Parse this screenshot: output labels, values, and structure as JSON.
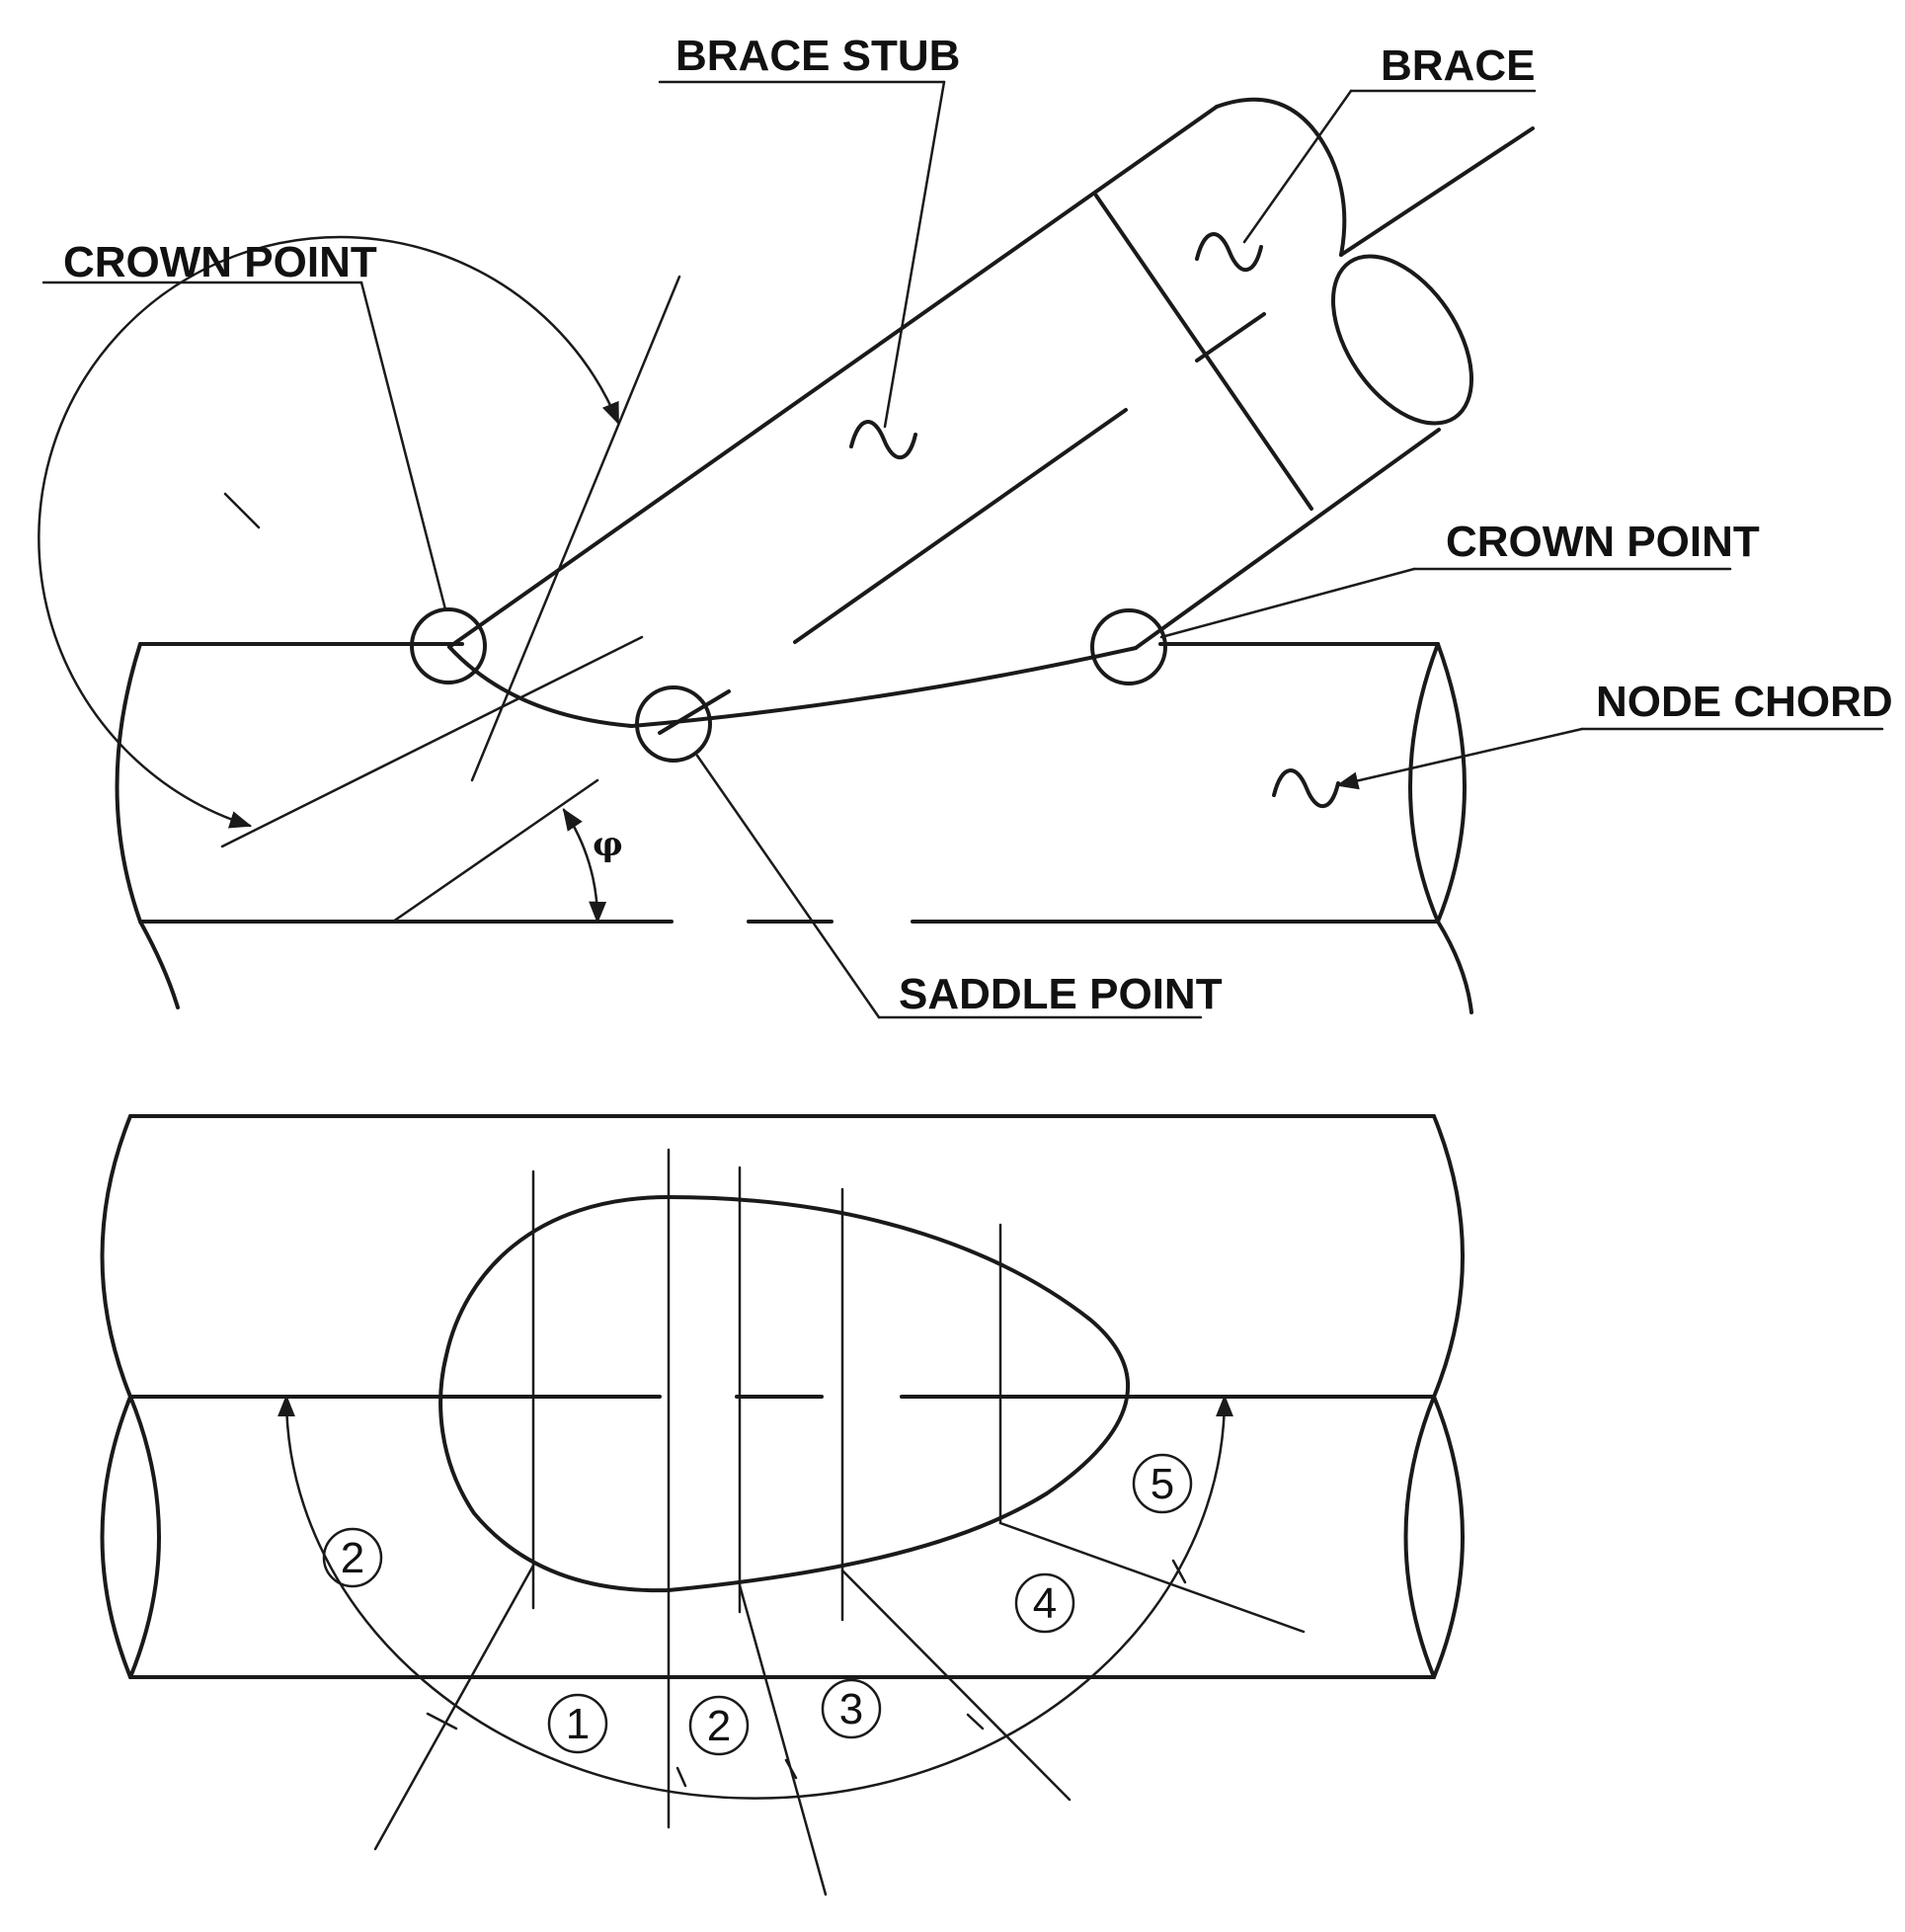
{
  "labels": {
    "brace_stub": "BRACE STUB",
    "brace": "BRACE",
    "crown_point_left": "CROWN POINT",
    "crown_point_right": "CROWN POINT",
    "node_chord": "NODE CHORD",
    "saddle_point": "SADDLE POINT",
    "angle_symbol": "φ"
  },
  "arc_dimension_label": "1",
  "zone_numbers": [
    "2",
    "1",
    "2",
    "3",
    "4",
    "5"
  ],
  "icons": {
    "tilde": "break-symbol-icon",
    "point_marker": "circle-marker-icon"
  }
}
